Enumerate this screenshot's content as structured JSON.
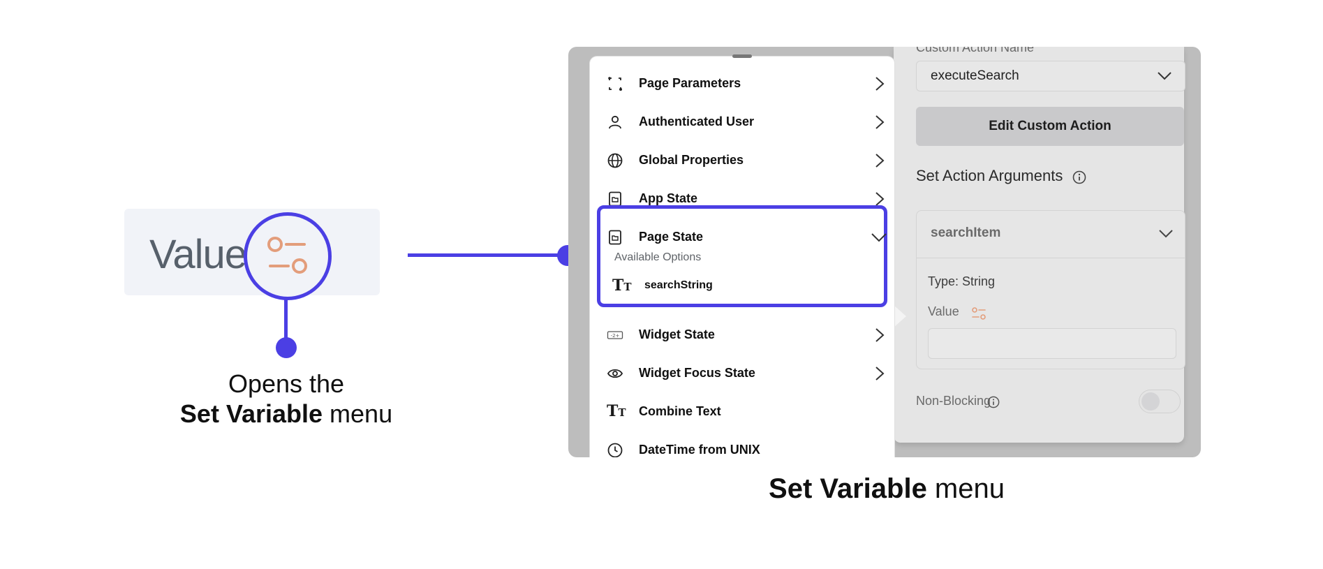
{
  "callout": {
    "value_text": "Value",
    "caption_line1": "Opens the",
    "caption_bold": "Set Variable",
    "caption_rest": " menu",
    "accent_color": "#4b3fe4",
    "icon_color": "#e39d7b"
  },
  "bottom_caption": {
    "bold": "Set Variable",
    "rest": " menu"
  },
  "menu": {
    "items": [
      {
        "label": "Page Parameters",
        "icon": "page-parameters-icon"
      },
      {
        "label": "Authenticated User",
        "icon": "user-icon"
      },
      {
        "label": "Global Properties",
        "icon": "globe-icon"
      },
      {
        "label": "App State",
        "icon": "app-state-icon"
      },
      {
        "label": "Page State",
        "icon": "page-state-icon"
      },
      {
        "label": "Widget State",
        "icon": "widget-state-icon"
      },
      {
        "label": "Widget Focus State",
        "icon": "eye-icon"
      },
      {
        "label": "Combine Text",
        "icon": "text-icon"
      },
      {
        "label": "DateTime from UNIX",
        "icon": "clock-icon"
      }
    ],
    "page_state": {
      "available_label": "Available Options",
      "options": [
        {
          "label": "searchString",
          "icon": "text-icon"
        }
      ]
    }
  },
  "action_panel": {
    "custom_action_label": "Custom Action Name",
    "custom_action_value": "executeSearch",
    "edit_button": "Edit Custom Action",
    "args_title": "Set Action Arguments",
    "argument": {
      "name": "searchItem",
      "type_text": "Type: String",
      "value_label": "Value",
      "value_input": ""
    },
    "non_blocking_label": "Non-Blocking",
    "non_blocking_on": false
  }
}
